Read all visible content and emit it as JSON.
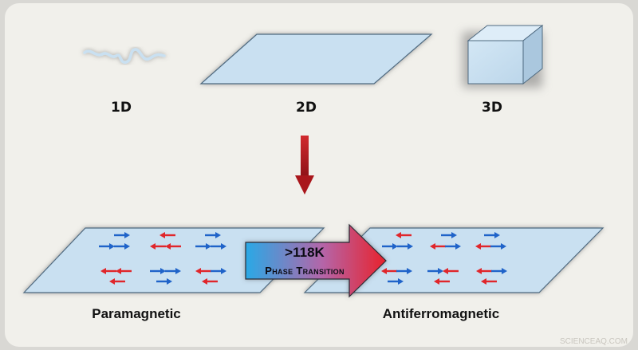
{
  "dimensions": {
    "one_d": "1D",
    "two_d": "2D",
    "three_d": "3D"
  },
  "transition": {
    "temperature": ">118K",
    "label": "Phase Transition"
  },
  "states": {
    "left": "Paramagnetic",
    "right": "Antiferromagnetic"
  },
  "watermark": "SCIENCEAQ.COM",
  "colors": {
    "background": "#f1f0eb",
    "sheet_fill": "#c9e0f1",
    "sheet_stroke": "#4f6a80",
    "spin_red": "#e0262b",
    "spin_blue": "#1f63c9",
    "down_arrow": "#b11a1f",
    "gradient_start": "#29a9e6",
    "gradient_end": "#e8222c"
  }
}
